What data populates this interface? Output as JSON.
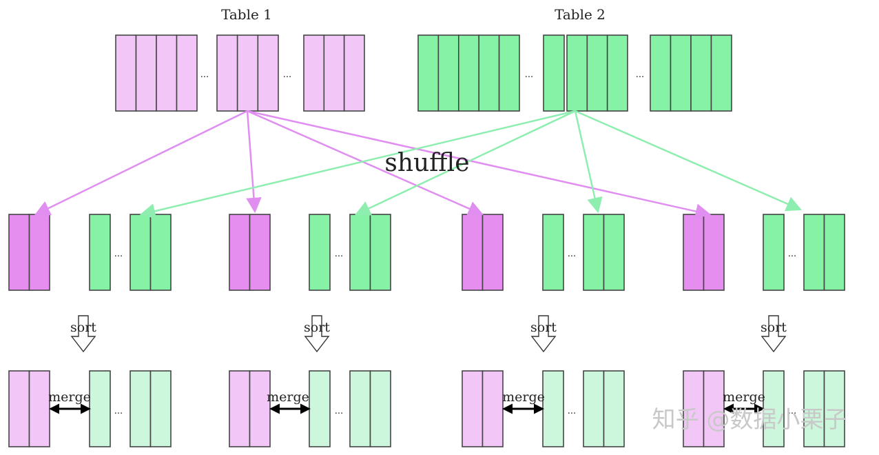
{
  "title_table1": "Table 1",
  "title_table2": "Table 2",
  "shuffle_label": "shuffle",
  "sort_label": "sort",
  "merge_label": "merge",
  "ellipsis": "...",
  "watermark": "知乎 @数据小栗子",
  "colors": {
    "pink_light": "#f2c7f7",
    "pink_mid": "#e58ef0",
    "green_mid": "#86f2a6",
    "green_light": "#ccf7dc",
    "arrow_pink": "#e08ef0",
    "arrow_green": "#8eeeb0",
    "stroke": "#444444"
  }
}
